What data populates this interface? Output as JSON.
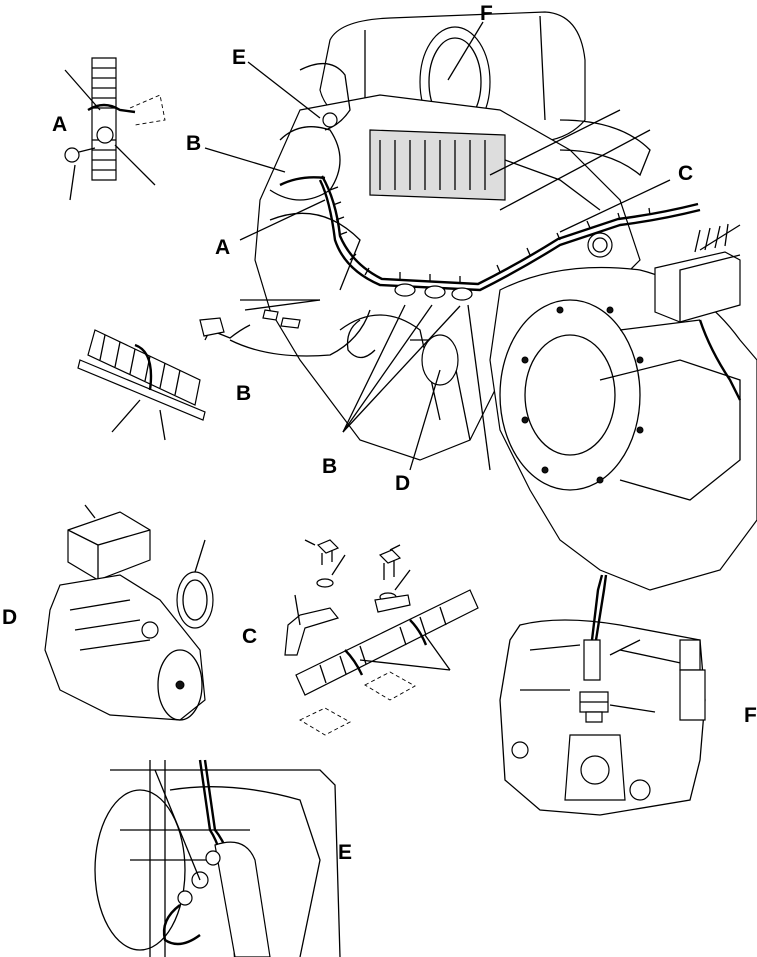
{
  "labels": {
    "A": "A",
    "B": "B",
    "C": "C",
    "D": "D",
    "E": "E",
    "F": "F"
  }
}
